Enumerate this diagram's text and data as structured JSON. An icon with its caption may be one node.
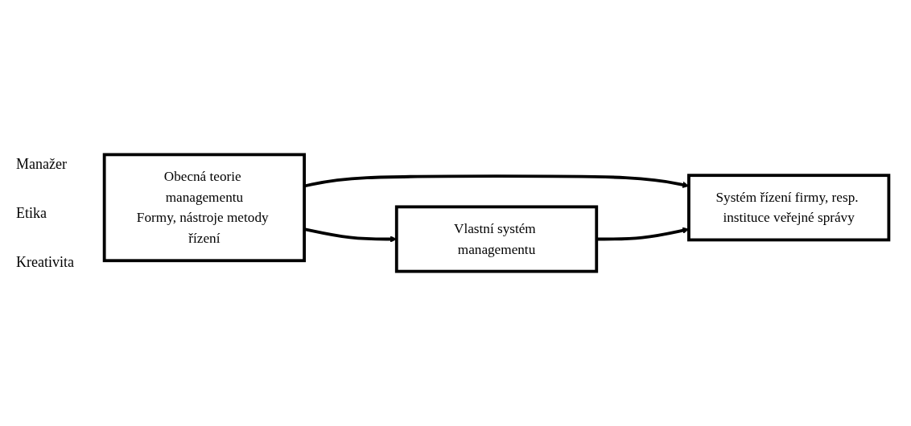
{
  "diagram": {
    "nodes": [
      {
        "text": [
          "Obecná teorie managementu",
          "Formy, nástroje metody řízení"
        ]
      },
      {
        "text": [
          "Vlastní systém managementu"
        ]
      },
      {
        "text": [
          "Systém řízení firmy, resp. instituce veřejné správy"
        ]
      }
    ],
    "edges": [
      {
        "from": 0,
        "to": 1,
        "arrow": "to"
      },
      {
        "from": 0,
        "to": 2,
        "arrow": "to"
      },
      {
        "from": 1,
        "to": 2,
        "arrow": "to"
      }
    ],
    "labels": [
      "Manažer",
      "Etika",
      "Kreativita"
    ]
  }
}
